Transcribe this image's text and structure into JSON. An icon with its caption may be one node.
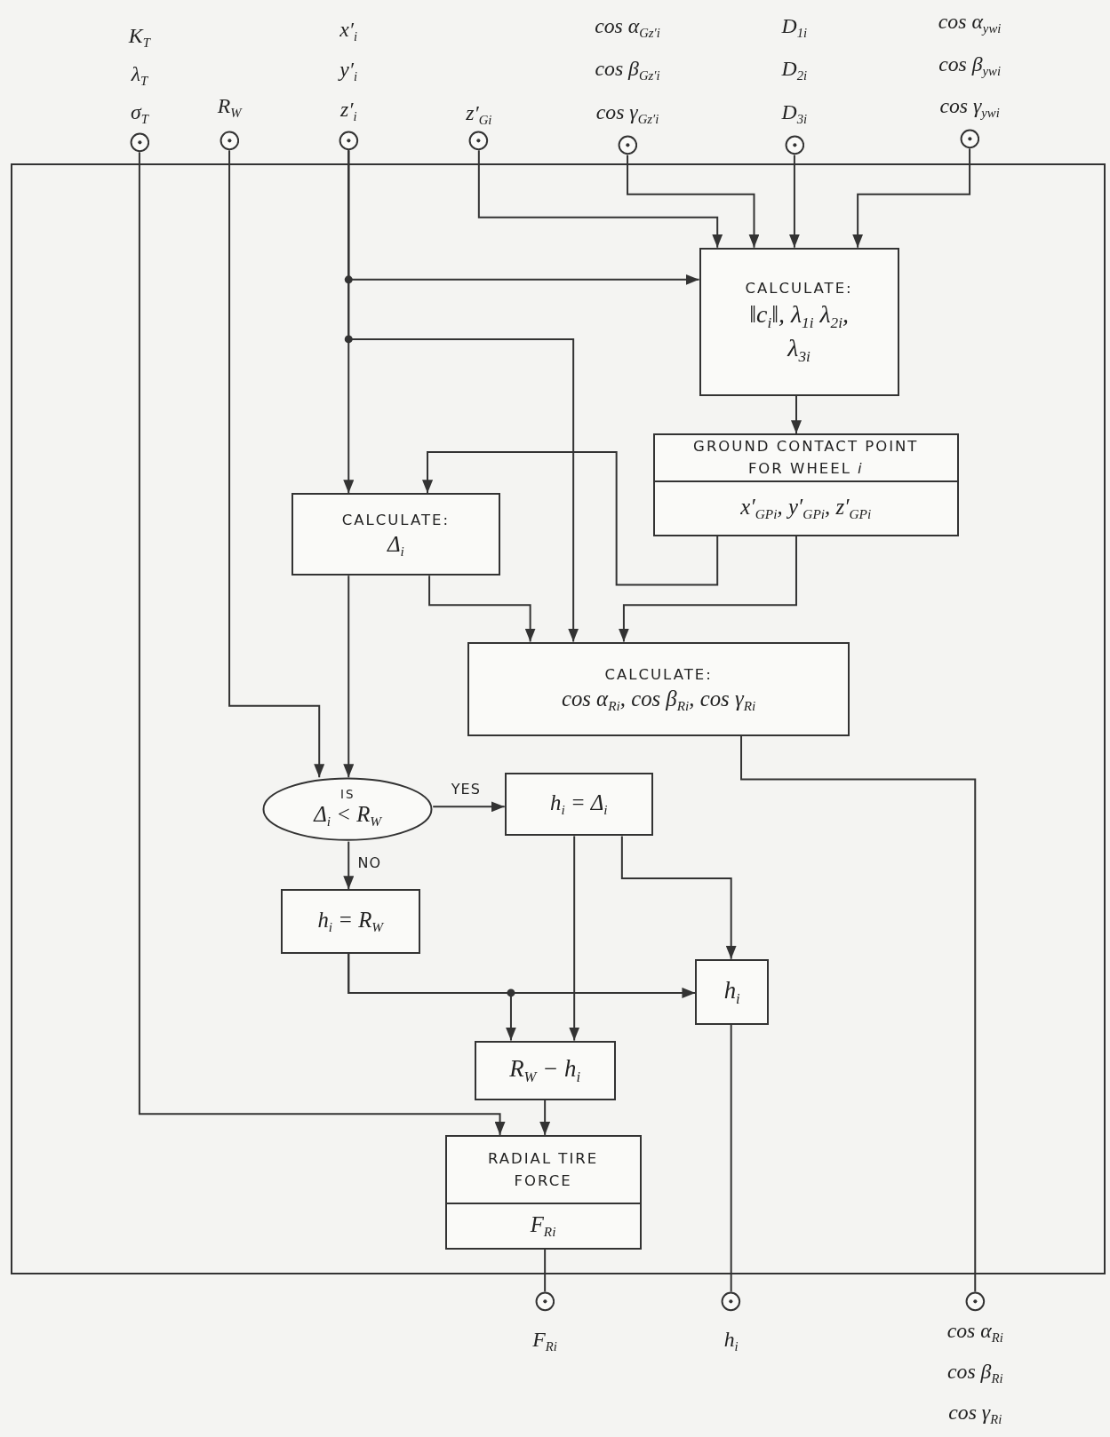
{
  "diagram": {
    "nodes": [
      {
        "text": [
          "K$_{T}$",
          "λ$_{T}$",
          "σ$_{T}$"
        ]
      },
      {
        "text": [
          "R$_{W}$"
        ]
      },
      {
        "text": [
          "x′$_{i}$",
          "y′$_{i}$",
          "z′$_{i}$"
        ]
      },
      {
        "text": [
          "z′$_{Gi}$"
        ]
      },
      {
        "text": [
          "cos α$_{Gz′i}$",
          "cos β$_{Gz′i}$",
          "cos γ$_{Gz′i}$"
        ]
      },
      {
        "text": [
          "D$_{1i}$",
          "D$_{2i}$",
          "D$_{3i}$"
        ]
      },
      {
        "text": [
          "cos α$_{ywi}$",
          "cos β$_{ywi}$",
          "cos γ$_{ywi}$"
        ]
      },
      {
        "text": [],
        "shape": "box"
      },
      {
        "text": [
          "CALCULATE:",
          "‖c$_{i}$‖, λ$_{1i}$ λ$_{2i}$, λ$_{3i}$"
        ],
        "in": 7
      },
      {
        "text": [
          "GROUND CONTACT POINT FOR WHEEL *i*",
          "x′$_{GPi}$, y′$_{GPi}$, z′$_{GPi}$"
        ],
        "in": 7
      },
      {
        "text": [
          "CALCULATE:",
          "Δ$_{i}$"
        ],
        "in": 7
      },
      {
        "text": [
          "CALCULATE:",
          "cos α$_{Ri}$, cos β$_{Ri}$, cos γ$_{Ri}$"
        ],
        "in": 7
      },
      {
        "text": [
          "IS",
          "Δ$_{i}$ < R$_{W}$"
        ],
        "in": 7
      },
      {
        "text": [
          "h$_{i}$ = Δ$_{i}$"
        ],
        "in": 7
      },
      {
        "text": [
          "h$_{i}$ = R$_{W}$"
        ],
        "in": 7
      },
      {
        "text": [
          "h$_{i}$"
        ],
        "in": 7
      },
      {
        "text": [
          "R$_{W}$ − h$_{i}$"
        ],
        "in": 7
      },
      {
        "text": [
          "RADIAL TIRE FORCE",
          "F$_{Ri}$"
        ],
        "in": 7
      },
      {
        "text": [
          "F$_{Ri}$"
        ]
      },
      {
        "text": [
          "h$_{i}$"
        ]
      },
      {
        "text": [
          "cos α$_{Ri}$",
          "cos β$_{Ri}$",
          "cos γ$_{Ri}$"
        ]
      }
    ],
    "edges": [
      {
        "from": 0,
        "to": 17,
        "arrow": "to"
      },
      {
        "from": 1,
        "to": 12,
        "arrow": "to"
      },
      {
        "from": 2,
        "to": 10,
        "arrow": "to"
      },
      {
        "from": 2,
        "to": 8,
        "arrow": "to"
      },
      {
        "from": 2,
        "to": 11,
        "arrow": "to"
      },
      {
        "from": 3,
        "to": 8,
        "arrow": "to"
      },
      {
        "from": 4,
        "to": 8,
        "arrow": "to"
      },
      {
        "from": 5,
        "to": 8,
        "arrow": "to"
      },
      {
        "from": 6,
        "to": 8,
        "arrow": "to"
      },
      {
        "from": 8,
        "to": 9,
        "arrow": "to"
      },
      {
        "from": 9,
        "to": 10,
        "arrow": "to"
      },
      {
        "from": 9,
        "to": 11,
        "arrow": "to"
      },
      {
        "from": 10,
        "to": 11,
        "arrow": "to"
      },
      {
        "from": 10,
        "to": 12,
        "arrow": "to"
      },
      {
        "from": 12,
        "to": 13,
        "arrow": "to",
        "label": "YES"
      },
      {
        "from": 12,
        "to": 14,
        "arrow": "to",
        "label": "NO"
      },
      {
        "from": 11,
        "to": 20,
        "arrow": "none"
      },
      {
        "from": 13,
        "to": 15,
        "arrow": "to"
      },
      {
        "from": 13,
        "to": 16,
        "arrow": "to"
      },
      {
        "from": 14,
        "to": 15,
        "arrow": "to"
      },
      {
        "from": 14,
        "to": 16,
        "arrow": "to"
      },
      {
        "from": 15,
        "to": 19,
        "arrow": "none"
      },
      {
        "from": 16,
        "to": 17,
        "arrow": "to"
      },
      {
        "from": 17,
        "to": 18,
        "arrow": "none"
      }
    ]
  }
}
